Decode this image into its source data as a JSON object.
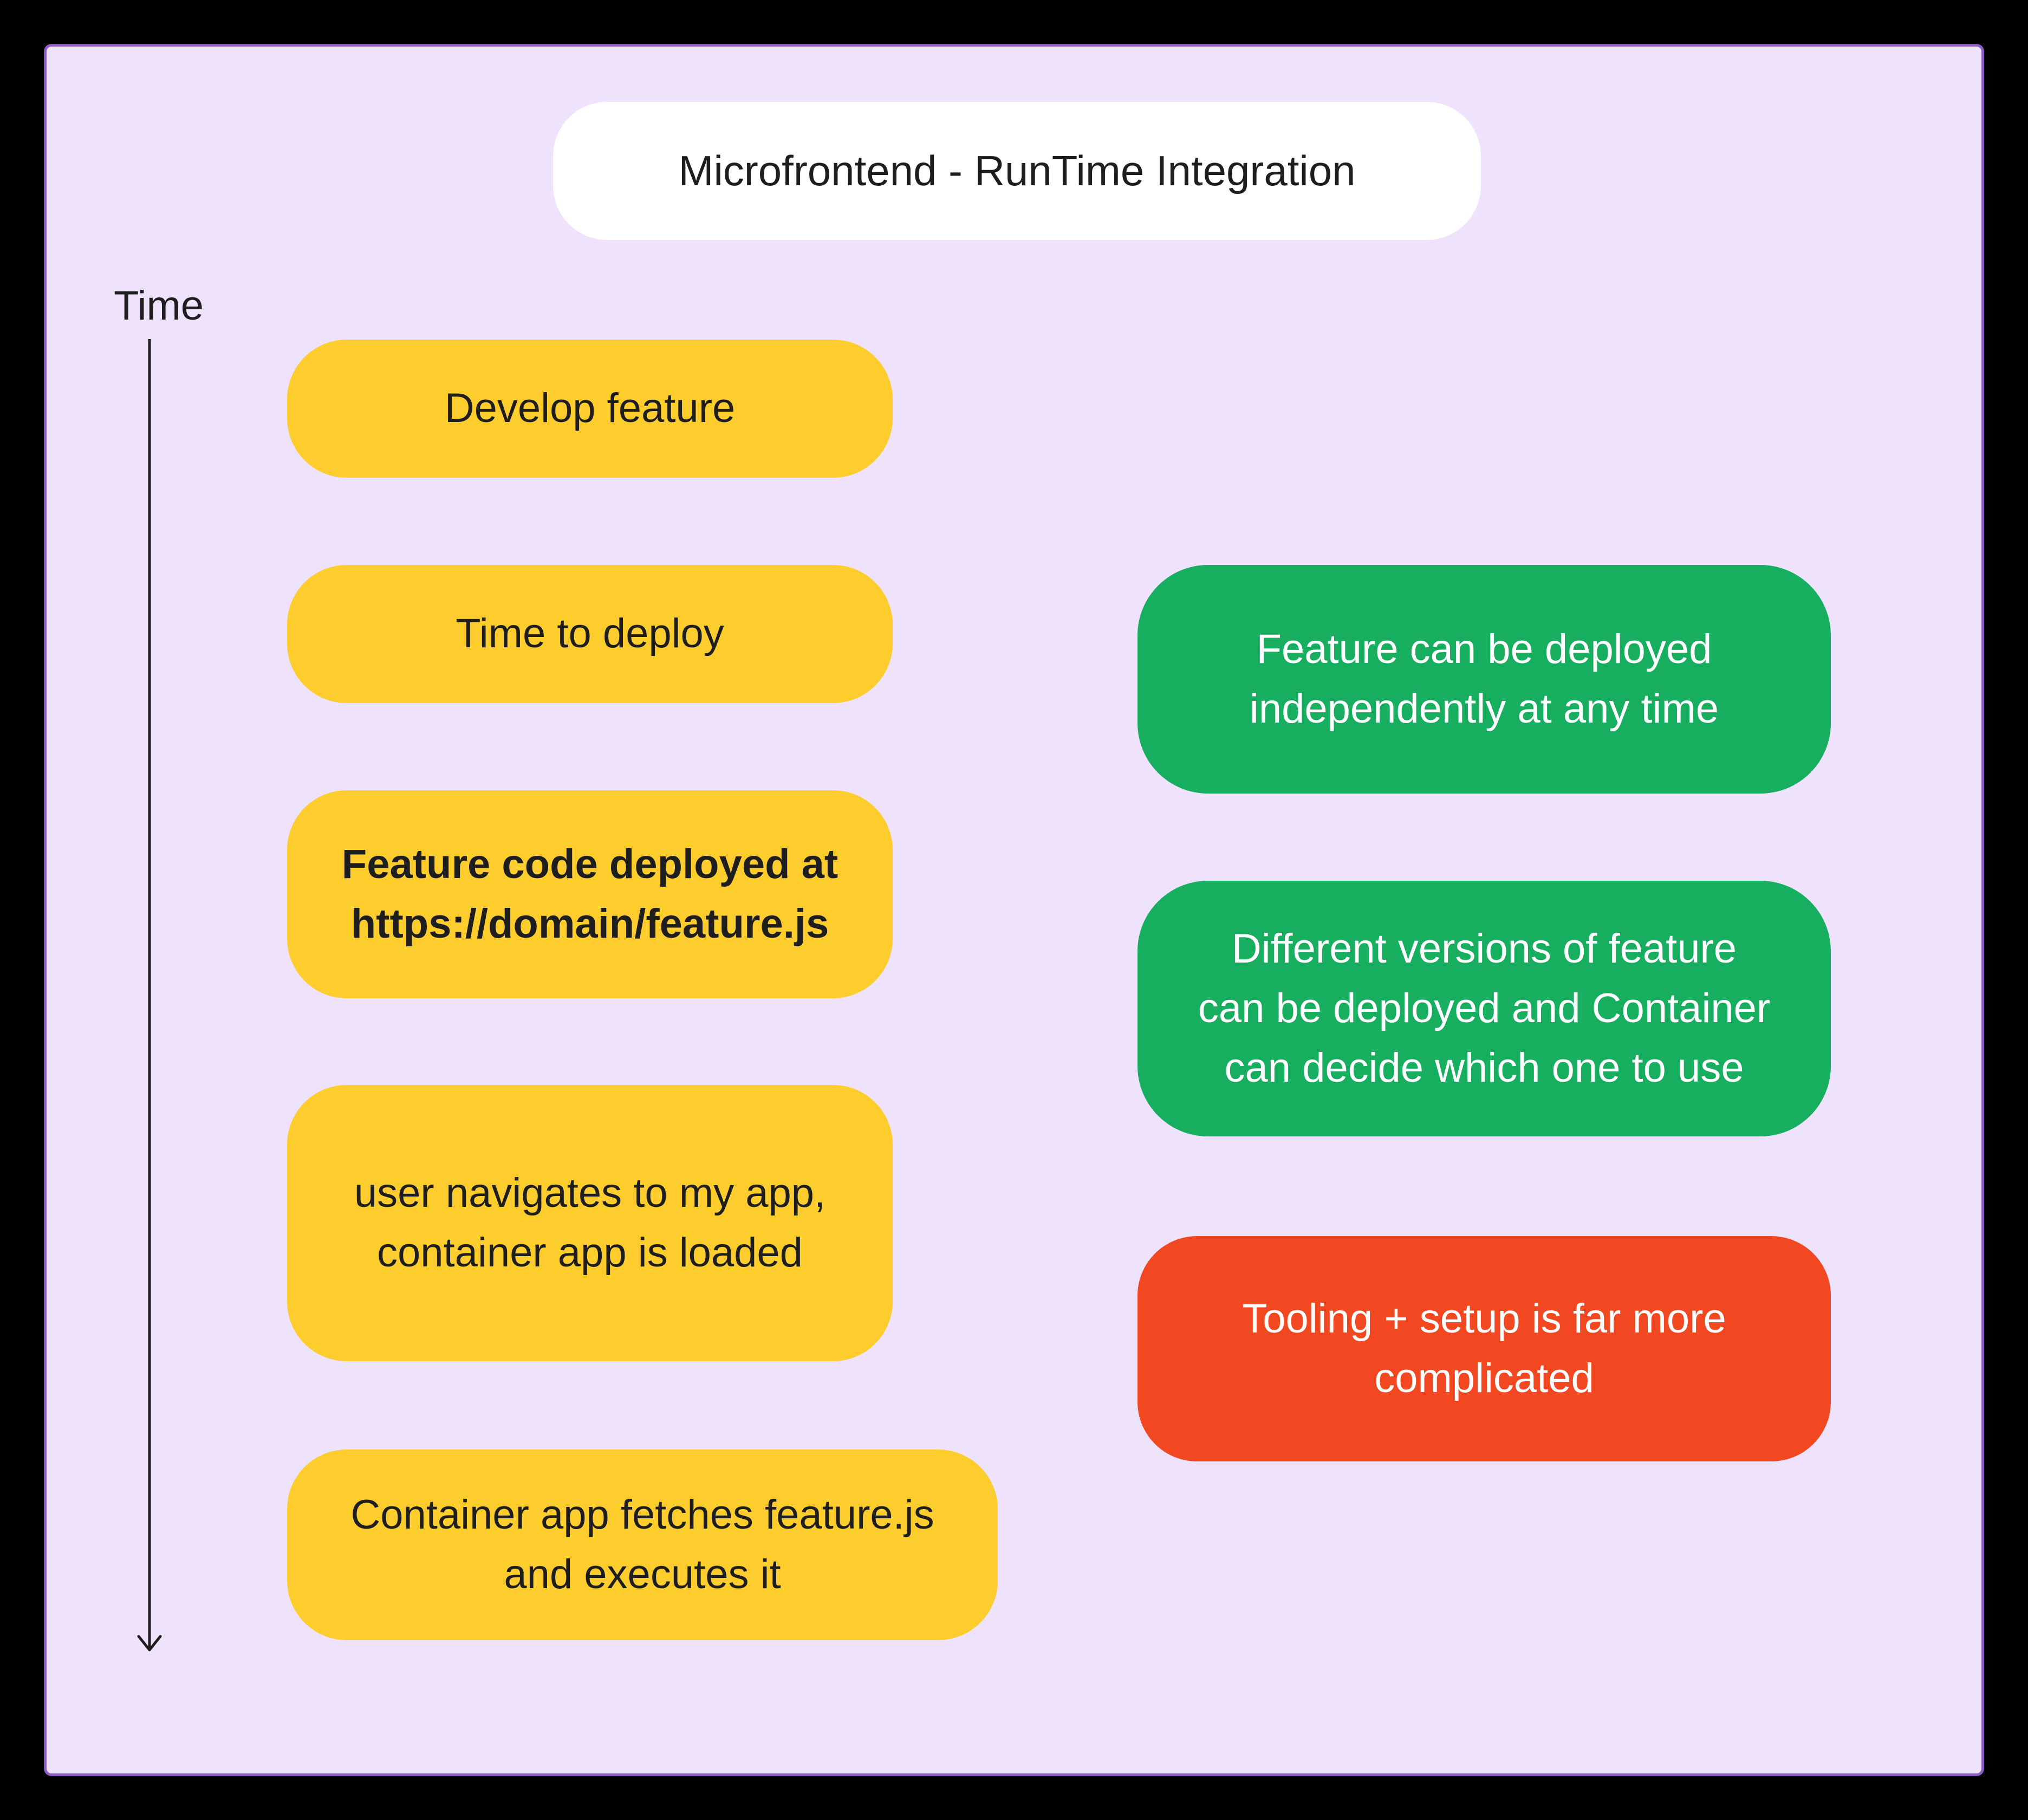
{
  "title": "Microfrontend - RunTime Integration",
  "axis_label": "Time",
  "colors": {
    "background": "#efe2fd",
    "frame_border": "#8b5cc5",
    "step": "#fdcd2e",
    "benefit": "#17ae5f",
    "drawback": "#f24822"
  },
  "steps": [
    {
      "lines": [
        "Develop feature"
      ]
    },
    {
      "lines": [
        "Time to deploy"
      ]
    },
    {
      "lines": [
        "Feature code deployed at",
        "https://domain/feature.js"
      ]
    },
    {
      "lines": [
        "user navigates to my app,",
        "container app is loaded"
      ]
    },
    {
      "lines": [
        "Container app fetches feature.js",
        "and executes it"
      ]
    }
  ],
  "benefits": [
    {
      "lines": [
        "Feature can be deployed",
        "independently at any time"
      ]
    },
    {
      "lines": [
        "Different versions of feature",
        "can be deployed and Container",
        "can decide which one to use"
      ]
    }
  ],
  "drawbacks": [
    {
      "lines": [
        "Tooling + setup is far more",
        "complicated"
      ]
    }
  ]
}
